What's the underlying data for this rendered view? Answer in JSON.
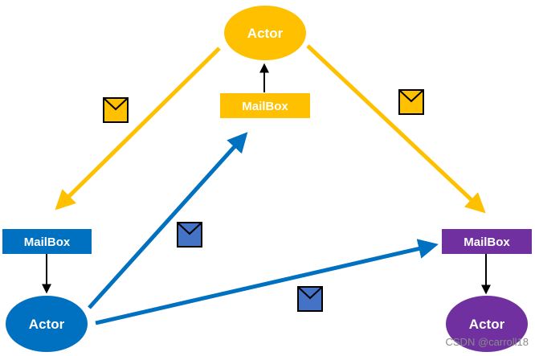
{
  "colors": {
    "yellow": "#FFC000",
    "blue": "#0070C0",
    "purple": "#7030A0",
    "envelope_yellow": "#FFC000",
    "envelope_blue": "#4472C4",
    "black": "#000000"
  },
  "nodes": {
    "actor_top": {
      "label": "Actor"
    },
    "mailbox_top": {
      "label": "MailBox"
    },
    "mailbox_left": {
      "label": "MailBox"
    },
    "actor_left": {
      "label": "Actor"
    },
    "mailbox_right": {
      "label": "MailBox"
    },
    "actor_right": {
      "label": "Actor"
    }
  },
  "icons": {
    "message": "envelope-icon"
  },
  "watermark": "CSDN @carroll18"
}
